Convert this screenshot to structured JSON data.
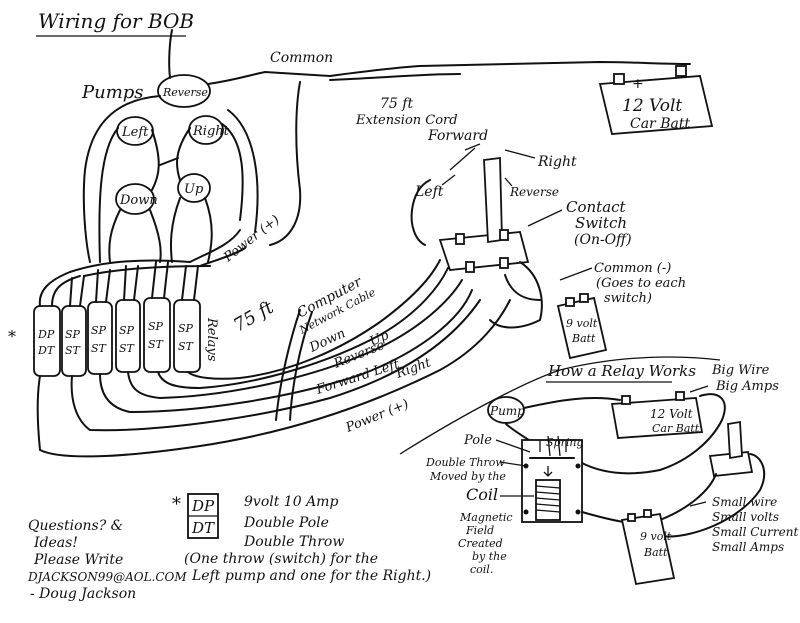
{
  "title": "Wiring for BOB",
  "pumps": {
    "heading": "Pumps",
    "reverse": "Reverse",
    "left": "Left",
    "right": "Right",
    "down": "Down",
    "up": "Up"
  },
  "wires": {
    "common": "Common",
    "ext_cord_len": "75 ft",
    "ext_cord": "Extension Cord",
    "power": "Power (+)",
    "net_len": "75 ft",
    "net_cable_1": "Computer",
    "net_cable_2": "Network Cable",
    "down": "Down",
    "up": "Up",
    "reverse": "Reverse",
    "forward_left": "Forward Left",
    "right": "Right",
    "power_bottom": "Power (+)"
  },
  "battery12": {
    "plus": "+",
    "line1": "12 Volt",
    "line2": "Car Batt"
  },
  "joystick": {
    "forward": "Forward",
    "right": "Right",
    "left": "Left",
    "reverse": "Reverse",
    "contact_1": "Contact",
    "contact_2": "Switch",
    "contact_3": "(On-Off)"
  },
  "common_note": {
    "line1": "Common (-)",
    "line2": "(Goes to each",
    "line3": "switch)"
  },
  "battery9": {
    "line1": "9 volt",
    "line2": "Batt"
  },
  "relays": {
    "label": "Relays",
    "asterisk": "*",
    "units": [
      {
        "top": "DP",
        "bottom": "DT"
      },
      {
        "top": "SP",
        "bottom": "ST"
      },
      {
        "top": "SP",
        "bottom": "ST"
      },
      {
        "top": "SP",
        "bottom": "ST"
      },
      {
        "top": "SP",
        "bottom": "ST"
      },
      {
        "top": "SP",
        "bottom": "ST"
      }
    ]
  },
  "how_relay": {
    "title": "How a Relay Works",
    "big_wire_1": "Big Wire",
    "big_wire_2": "Big Amps",
    "pump": "Pump",
    "battery12_1": "12 Volt",
    "battery12_2": "Car Batt",
    "pole": "Pole",
    "spring": "Spring",
    "double_throw_1": "Double Throw",
    "double_throw_2": "Moved by the",
    "coil": "Coil",
    "magnetic": [
      "Magnetic",
      "Field",
      "Created",
      "by the",
      "coil."
    ],
    "small": [
      "Small wire",
      "Small volts",
      "Small Current",
      "Small Amps"
    ],
    "battery9_1": "9 volt",
    "battery9_2": "Batt"
  },
  "legend": {
    "asterisk": "*",
    "dp": "DP",
    "dt": "DT",
    "amp": "9volt 10 Amp",
    "double_pole": "Double Pole",
    "double_throw": "Double Throw",
    "note_1": "(One throw (switch) for the",
    "note_2": "Left pump and one for the Right.)"
  },
  "contact": {
    "line1": "Questions? &",
    "line2": "Ideas!",
    "line3": "Please Write",
    "email": "DJACKSON99@AOL.COM",
    "name": "- Doug Jackson"
  }
}
